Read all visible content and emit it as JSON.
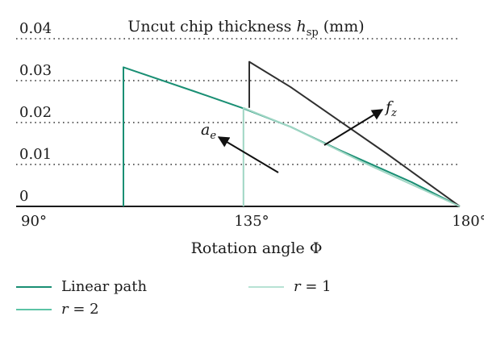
{
  "chart_data": {
    "type": "line",
    "title": "Uncut chip thickness h_sp (mm)",
    "title_parts": {
      "main": "Uncut chip thickness ",
      "symbol": "h",
      "sub": "sp",
      "unit": " (mm)"
    },
    "xlabel": "Rotation angle Φ",
    "xlim": [
      90,
      180
    ],
    "ylim": [
      0,
      0.04
    ],
    "x_ticks": [
      "90°",
      "135°",
      "180°"
    ],
    "y_ticks": [
      "0",
      "0.01",
      "0.02",
      "0.03",
      "0.04"
    ],
    "grid": "horizontal dotted",
    "series": [
      {
        "name": "Linear path",
        "color": "#1a8f74",
        "points": [
          [
            110.5,
            0
          ],
          [
            110.5,
            0.0332
          ],
          [
            125,
            0.0275
          ],
          [
            135,
            0.0235
          ],
          [
            145,
            0.019
          ],
          [
            155,
            0.0135
          ],
          [
            170,
            0.0058
          ],
          [
            180,
            0
          ]
        ]
      },
      {
        "name": "r = 2",
        "color": "#2f2f2f",
        "points": [
          [
            136.5,
            0.0235
          ],
          [
            136.5,
            0.0345
          ],
          [
            145,
            0.0285
          ],
          [
            155,
            0.0205
          ],
          [
            165,
            0.0125
          ],
          [
            180,
            0
          ]
        ]
      },
      {
        "name": "r = 1",
        "color": "#9fd6c4",
        "points": [
          [
            135.3,
            0
          ],
          [
            135.3,
            0.0235
          ],
          [
            145,
            0.019
          ],
          [
            160,
            0.0105
          ],
          [
            180,
            0
          ]
        ]
      }
    ],
    "annotations": [
      {
        "label": "a_e",
        "symbol": "a",
        "sub": "e"
      },
      {
        "label": "f_z",
        "symbol": "f",
        "sub": "z"
      }
    ]
  },
  "legend": {
    "items": [
      {
        "label": "Linear path",
        "color": "#1a8f74"
      },
      {
        "label": "r = 2",
        "symbol": "r",
        "rest": " = 2",
        "color": "#5cc4a6"
      },
      {
        "label": "r = 1",
        "symbol": "r",
        "rest": " = 1",
        "color": "#b7e2d4"
      }
    ]
  }
}
